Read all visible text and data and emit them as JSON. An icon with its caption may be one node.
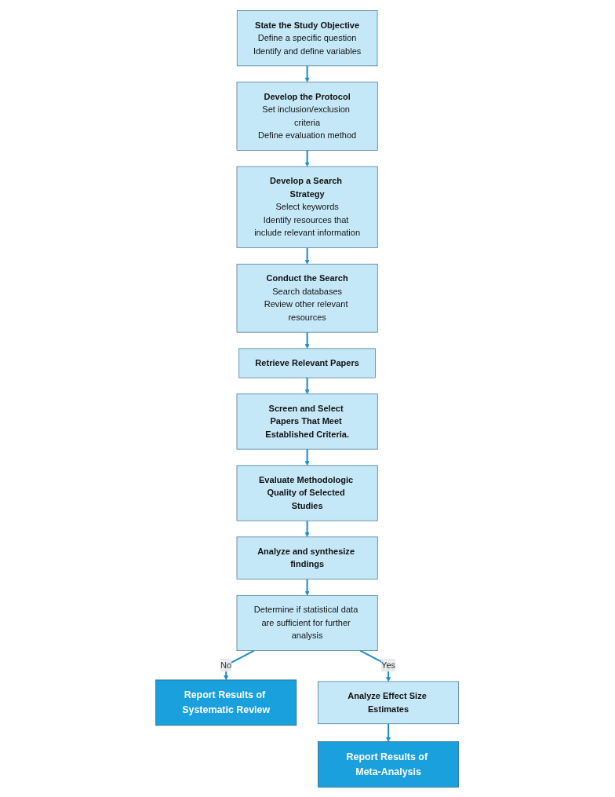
{
  "diagram": {
    "nodes": [
      {
        "text": [
          "State the Study Objective",
          "Define a specific question",
          "Identify and define variables"
        ]
      },
      {
        "text": [
          "Develop the Protocol",
          "Set inclusion/exclusion criteria",
          "Define evaluation method"
        ]
      },
      {
        "text": [
          "Develop a Search Strategy",
          "Select keywords",
          "Identify resources that include relevant information"
        ]
      },
      {
        "text": [
          "Conduct the Search",
          "Search databases",
          "Review other relevant resources"
        ]
      },
      {
        "text": [
          "Retrieve Relevant Papers"
        ]
      },
      {
        "text": [
          "Screen and Select Papers That Meet Established Criteria."
        ]
      },
      {
        "text": [
          "Evaluate Methodologic Quality of Selected Studies"
        ]
      },
      {
        "text": [
          "Analyze and synthesize findings"
        ]
      },
      {
        "text": [
          "Determine if statistical data are sufficient for further analysis"
        ]
      },
      {
        "text": [
          "Report Results of Systematic Review"
        ]
      },
      {
        "text": [
          "Analyze Effect Size Estimates"
        ]
      },
      {
        "text": [
          "Report Results of Meta-Analysis"
        ]
      }
    ],
    "edges": [
      {
        "from": 0,
        "to": 1,
        "arrow": "to"
      },
      {
        "from": 1,
        "to": 2,
        "arrow": "to"
      },
      {
        "from": 2,
        "to": 3,
        "arrow": "to"
      },
      {
        "from": 3,
        "to": 4,
        "arrow": "to"
      },
      {
        "from": 4,
        "to": 5,
        "arrow": "to"
      },
      {
        "from": 5,
        "to": 6,
        "arrow": "to"
      },
      {
        "from": 6,
        "to": 7,
        "arrow": "to"
      },
      {
        "from": 7,
        "to": 8,
        "arrow": "to"
      },
      {
        "from": 8,
        "to": 9,
        "label": "No",
        "arrow": "to"
      },
      {
        "from": 8,
        "to": 10,
        "label": "Yes",
        "arrow": "to"
      },
      {
        "from": 10,
        "to": 11,
        "arrow": "to"
      }
    ]
  }
}
